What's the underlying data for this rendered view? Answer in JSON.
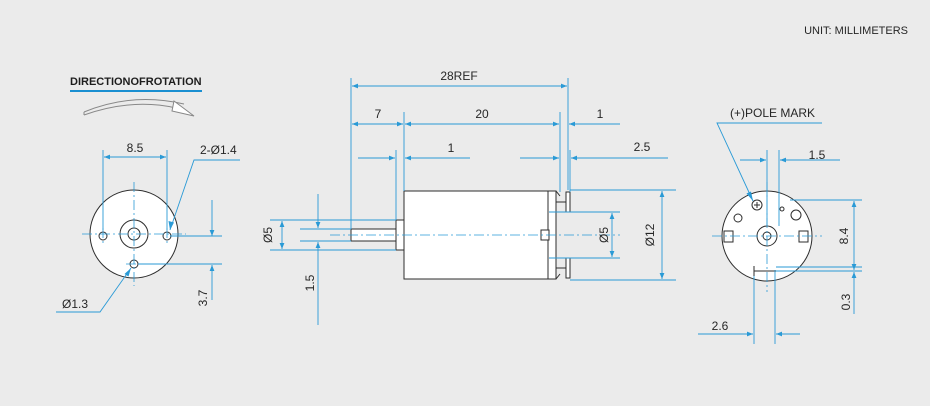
{
  "unit_note": "UNIT: MILLIMETERS",
  "rotation_title": "DIRECTIONOFROTATION",
  "front_view": {
    "hole_spacing": "8.5",
    "mount_holes": "2-Ø1.4",
    "small_hole": "Ø1.3",
    "offset": "3.7"
  },
  "side_view": {
    "total_length": "28REF",
    "shaft_length": "7",
    "body_length": "20",
    "terminal_gap": "1",
    "boss_width": "1",
    "terminal_length": "2.5",
    "shaft_diameter": "Ø5",
    "boss_diameter": "Ø5",
    "body_diameter": "Ø12",
    "shaft_offset": "1.5"
  },
  "rear_view": {
    "pole_mark": "(+)POLE MARK",
    "top_dim": "1.5",
    "right_dim": "8.4",
    "bottom_right_dim": "0.3",
    "bottom_dim": "2.6"
  }
}
